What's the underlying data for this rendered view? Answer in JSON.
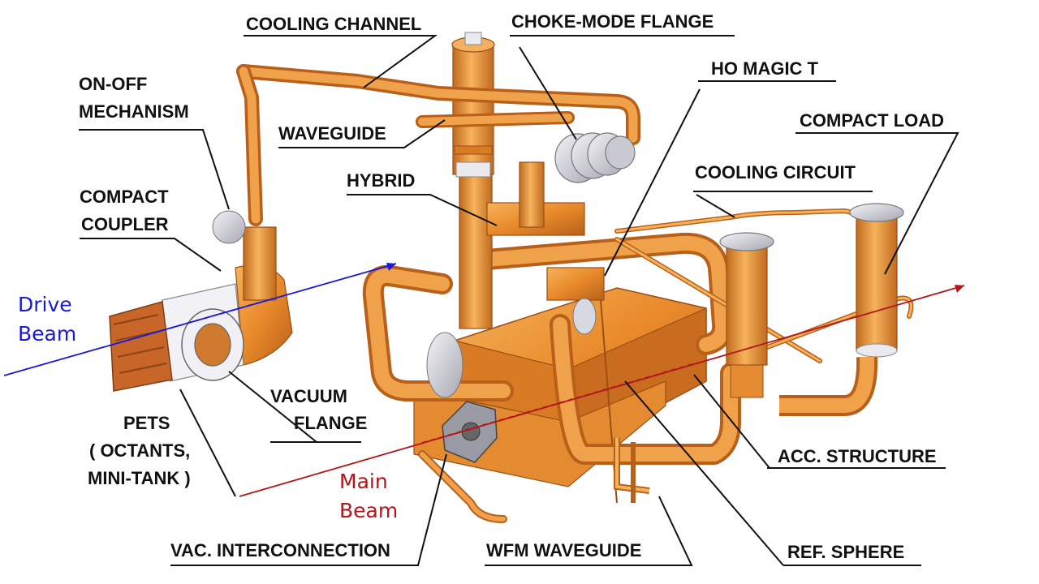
{
  "labels": {
    "cooling_channel": "COOLING CHANNEL",
    "choke_mode_flange": "CHOKE-MODE FLANGE",
    "on_off_1": "ON-OFF",
    "on_off_2": "MECHANISM",
    "ho_magic_t": "HO MAGIC T",
    "waveguide": "WAVEGUIDE",
    "compact_load": "COMPACT LOAD",
    "hybrid": "HYBRID",
    "compact_coupler_1": "COMPACT",
    "compact_coupler_2": "COUPLER",
    "cooling_circuit": "COOLING CIRCUIT",
    "vacuum_flange_1": "VACUUM",
    "vacuum_flange_2": "FLANGE",
    "pets_1": "PETS",
    "pets_2": "( OCTANTS,",
    "pets_3": "MINI-TANK )",
    "acc_structure": "ACC.  STRUCTURE",
    "vac_interconnection": "VAC. INTERCONNECTION",
    "wfm_waveguide": "WFM WAVEGUIDE",
    "ref_sphere": "REF.  SPHERE"
  },
  "beams": {
    "drive_1": "Drive",
    "drive_2": "Beam",
    "main_1": "Main",
    "main_2": "Beam"
  },
  "colors": {
    "drive_beam": "#1a1ad6",
    "main_beam": "#b3151a",
    "copper": "#e8892a",
    "copper_dark": "#b8601a",
    "steel": "#d6d6de"
  }
}
